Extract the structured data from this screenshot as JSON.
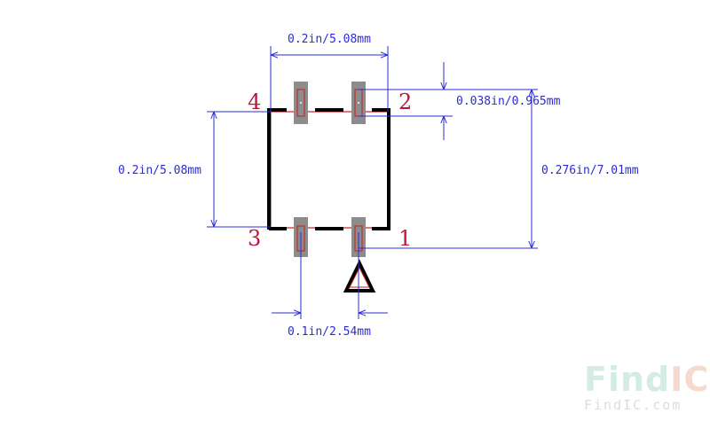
{
  "dimensions": {
    "top_width": "0.2in/5.08mm",
    "left_height": "0.2in/5.08mm",
    "pad_height": "0.038in/0.965mm",
    "total_height": "0.276in/7.01mm",
    "pin_pitch": "0.1in/2.54mm"
  },
  "pins": {
    "p1": "1",
    "p2": "2",
    "p3": "3",
    "p4": "4"
  },
  "logo": {
    "part1": "Find",
    "part2": "IC",
    "url": "FindIC.com"
  },
  "colors": {
    "dimension": "#2b2bd6",
    "pin_label": "#c0143c",
    "outline": "#000000",
    "body": "#c81e1e",
    "pad": "#8c8c8c",
    "logo_find": "#d5ece6",
    "logo_ic": "#f7d9cf"
  }
}
